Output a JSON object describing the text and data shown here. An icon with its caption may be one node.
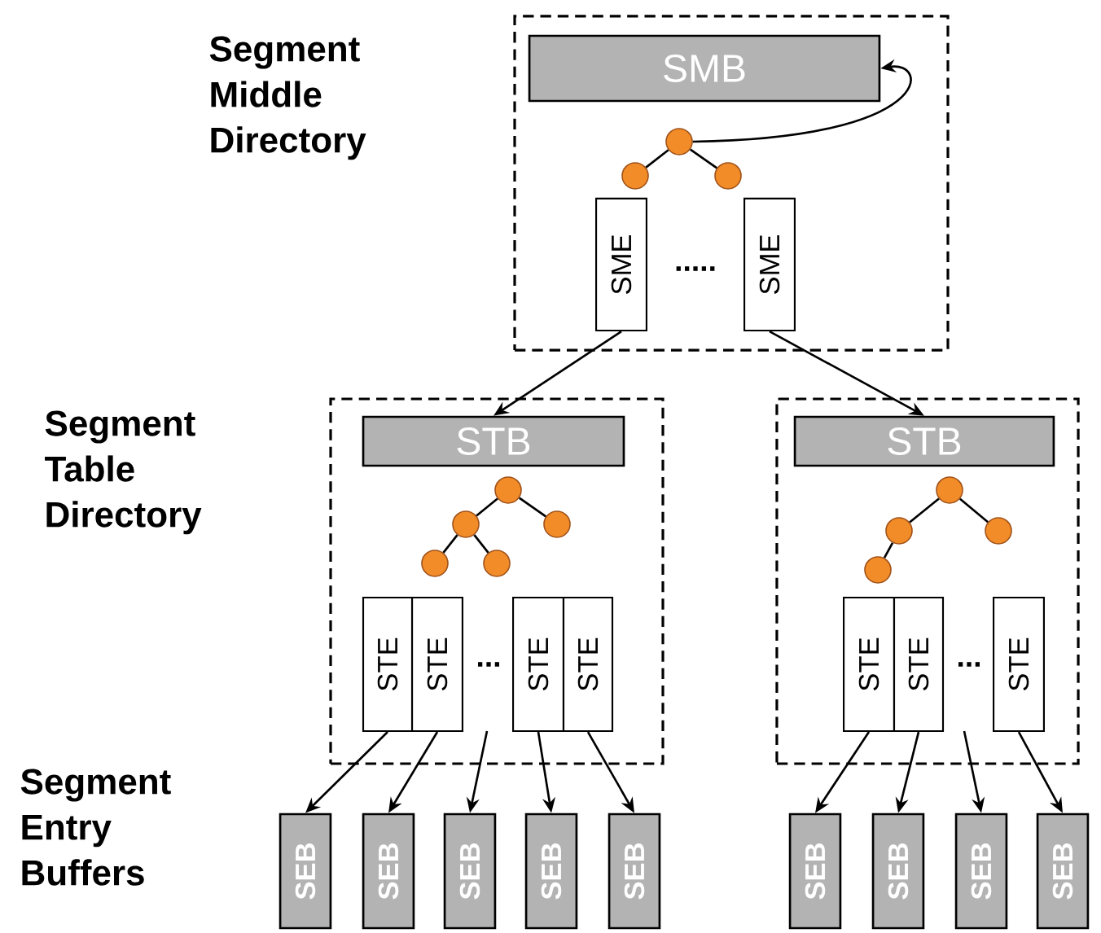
{
  "diagram": {
    "nodes": [
      {
        "text": [],
        "shape": "box"
      },
      {
        "text": [
          "SMB"
        ],
        "in": 0
      },
      {
        "text": [],
        "shape": "circle",
        "in": 0
      },
      {
        "text": [],
        "shape": "circle",
        "in": 0
      },
      {
        "text": [],
        "shape": "circle",
        "in": 0
      },
      {
        "text": [
          "SME"
        ],
        "in": 0
      },
      {
        "text": [
          "SME"
        ],
        "in": 0
      },
      {
        "text": [],
        "shape": "box"
      },
      {
        "text": [
          "STB"
        ],
        "in": 7
      },
      {
        "text": [],
        "shape": "circle",
        "in": 7
      },
      {
        "text": [],
        "shape": "circle",
        "in": 7
      },
      {
        "text": [],
        "shape": "circle",
        "in": 7
      },
      {
        "text": [],
        "shape": "circle",
        "in": 7
      },
      {
        "text": [],
        "shape": "circle",
        "in": 7
      },
      {
        "text": [
          "STE"
        ],
        "in": 7
      },
      {
        "text": [
          "STE"
        ],
        "in": 7
      },
      {
        "text": [
          "STE"
        ],
        "in": 7
      },
      {
        "text": [
          "STE"
        ],
        "in": 7
      },
      {
        "text": [],
        "shape": "box"
      },
      {
        "text": [
          "STB"
        ],
        "in": 18
      },
      {
        "text": [],
        "shape": "circle",
        "in": 18
      },
      {
        "text": [],
        "shape": "circle",
        "in": 18
      },
      {
        "text": [],
        "shape": "circle",
        "in": 18
      },
      {
        "text": [],
        "shape": "circle",
        "in": 18
      },
      {
        "text": [
          "STE"
        ],
        "in": 18
      },
      {
        "text": [
          "STE"
        ],
        "in": 18
      },
      {
        "text": [
          "STE"
        ],
        "in": 18
      },
      {
        "text": [
          "SEB"
        ]
      },
      {
        "text": [
          "SEB"
        ]
      },
      {
        "text": [
          "SEB"
        ]
      },
      {
        "text": [
          "SEB"
        ]
      },
      {
        "text": [
          "SEB"
        ]
      },
      {
        "text": [
          "SEB"
        ]
      },
      {
        "text": [
          "SEB"
        ]
      },
      {
        "text": [
          "SEB"
        ]
      },
      {
        "text": [
          "SEB"
        ]
      }
    ],
    "edges": [
      {
        "from": 2,
        "to": 3,
        "arrow": "none"
      },
      {
        "from": 2,
        "to": 4,
        "arrow": "none"
      },
      {
        "from": 2,
        "to": 1,
        "arrow": "to"
      },
      {
        "from": 5,
        "to": 8,
        "arrow": "to"
      },
      {
        "from": 6,
        "to": 19,
        "arrow": "to"
      },
      {
        "from": 9,
        "to": 10,
        "arrow": "none"
      },
      {
        "from": 9,
        "to": 11,
        "arrow": "none"
      },
      {
        "from": 10,
        "to": 12,
        "arrow": "none"
      },
      {
        "from": 10,
        "to": 13,
        "arrow": "none"
      },
      {
        "from": 20,
        "to": 21,
        "arrow": "none"
      },
      {
        "from": 20,
        "to": 22,
        "arrow": "none"
      },
      {
        "from": 21,
        "to": 23,
        "arrow": "none"
      },
      {
        "from": 14,
        "to": 27,
        "arrow": "to"
      },
      {
        "from": 15,
        "to": 28,
        "arrow": "to"
      },
      {
        "from": null,
        "to": 29,
        "arrow": "to"
      },
      {
        "from": 16,
        "to": 30,
        "arrow": "to"
      },
      {
        "from": 17,
        "to": 31,
        "arrow": "to"
      },
      {
        "from": 24,
        "to": 32,
        "arrow": "to"
      },
      {
        "from": 25,
        "to": 33,
        "arrow": "to"
      },
      {
        "from": null,
        "to": 34,
        "arrow": "to"
      },
      {
        "from": 26,
        "to": 35,
        "arrow": "to"
      }
    ],
    "labels": [
      "Segment Middle Directory",
      ".....",
      "Segment Table Directory",
      "...",
      "...",
      "Segment Entry Buffers"
    ]
  }
}
